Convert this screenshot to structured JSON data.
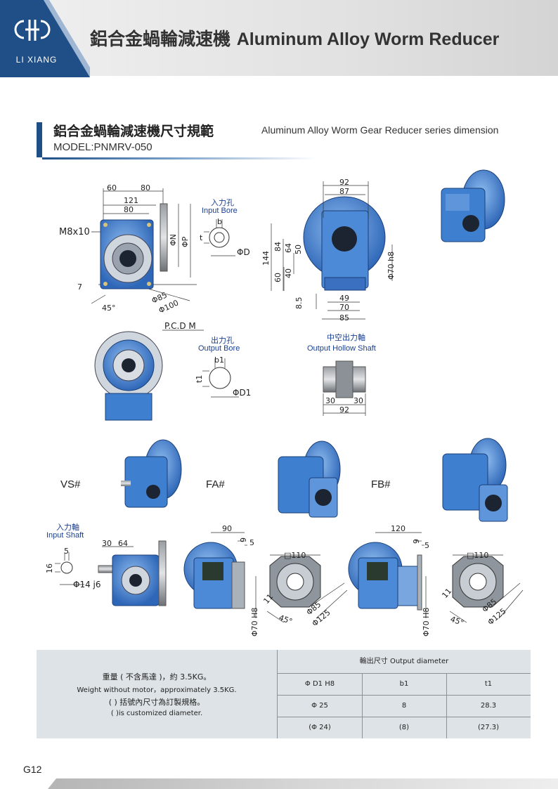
{
  "header": {
    "logo_text": "LI XIANG",
    "title_zh": "鋁合金蝸輪減速機",
    "title_en": "Aluminum Alloy Worm Reducer"
  },
  "section": {
    "title_zh": "鋁合金蝸輪減速機尺寸規範",
    "title_en": "Aluminum Alloy Worm Gear Reducer series dimension",
    "model": "MODEL:PNMRV-050"
  },
  "front_view": {
    "dims": [
      "60",
      "80",
      "121",
      "80",
      "M8x10",
      "ΦN",
      "ΦP",
      "7",
      "Φ85",
      "Φ100",
      "45°",
      "P.C.D M"
    ]
  },
  "input_bore": {
    "label_zh": "入力孔",
    "label_en": "Input Bore",
    "dims": [
      "b",
      "t",
      "ΦD"
    ]
  },
  "side_view": {
    "dims": [
      "92",
      "87",
      "144",
      "84",
      "64",
      "50",
      "60",
      "40",
      "8.5",
      "49",
      "70",
      "85",
      "Φ70 h8"
    ]
  },
  "output_bore": {
    "label_zh": "出力孔",
    "label_en": "Output Bore",
    "dims": [
      "b1",
      "t1",
      "ΦD1"
    ]
  },
  "hollow_shaft": {
    "label_zh": "中空出力軸",
    "label_en": "Output Hollow Shaft",
    "dims": [
      "30",
      "30",
      "92"
    ]
  },
  "variants": [
    {
      "name": "VS#"
    },
    {
      "name": "FA#"
    },
    {
      "name": "FB#"
    }
  ],
  "input_shaft": {
    "label_zh": "入力軸",
    "label_en": "Input Shaft",
    "dims": [
      "5",
      "16",
      "Φ14 j6",
      "30",
      "64"
    ]
  },
  "fa_view": {
    "dims": [
      "90",
      "9",
      "5",
      "Φ70 H8"
    ]
  },
  "fa_flange": {
    "dims": [
      "□110",
      "11",
      "45°",
      "Φ85",
      "Φ125"
    ]
  },
  "fb_view": {
    "dims": [
      "120",
      "9",
      "5",
      "Φ70 H8"
    ]
  },
  "fb_flange": {
    "dims": [
      "□110",
      "11",
      "45°",
      "Φ85",
      "Φ125"
    ]
  },
  "table": {
    "notes": [
      "重量 ( 不含馬達 )，約 3.5KG。",
      "Weight without motor，approximately 3.5KG.",
      "(  ) 括號內尺寸為訂製規格。",
      "(  )is customized diameter."
    ],
    "header": "輸出尺寸 Output diameter",
    "columns": [
      "Φ D1 H8",
      "b1",
      "t1"
    ],
    "rows": [
      [
        "Φ 25",
        "8",
        "28.3"
      ],
      [
        "(Φ 24)",
        "(8)",
        "(27.3)"
      ]
    ]
  },
  "footer": {
    "page": "G12"
  },
  "colors": {
    "brand": "#1f4f86",
    "gear_blue": "#3f7fd0",
    "table_bg": "#dde3e6"
  }
}
